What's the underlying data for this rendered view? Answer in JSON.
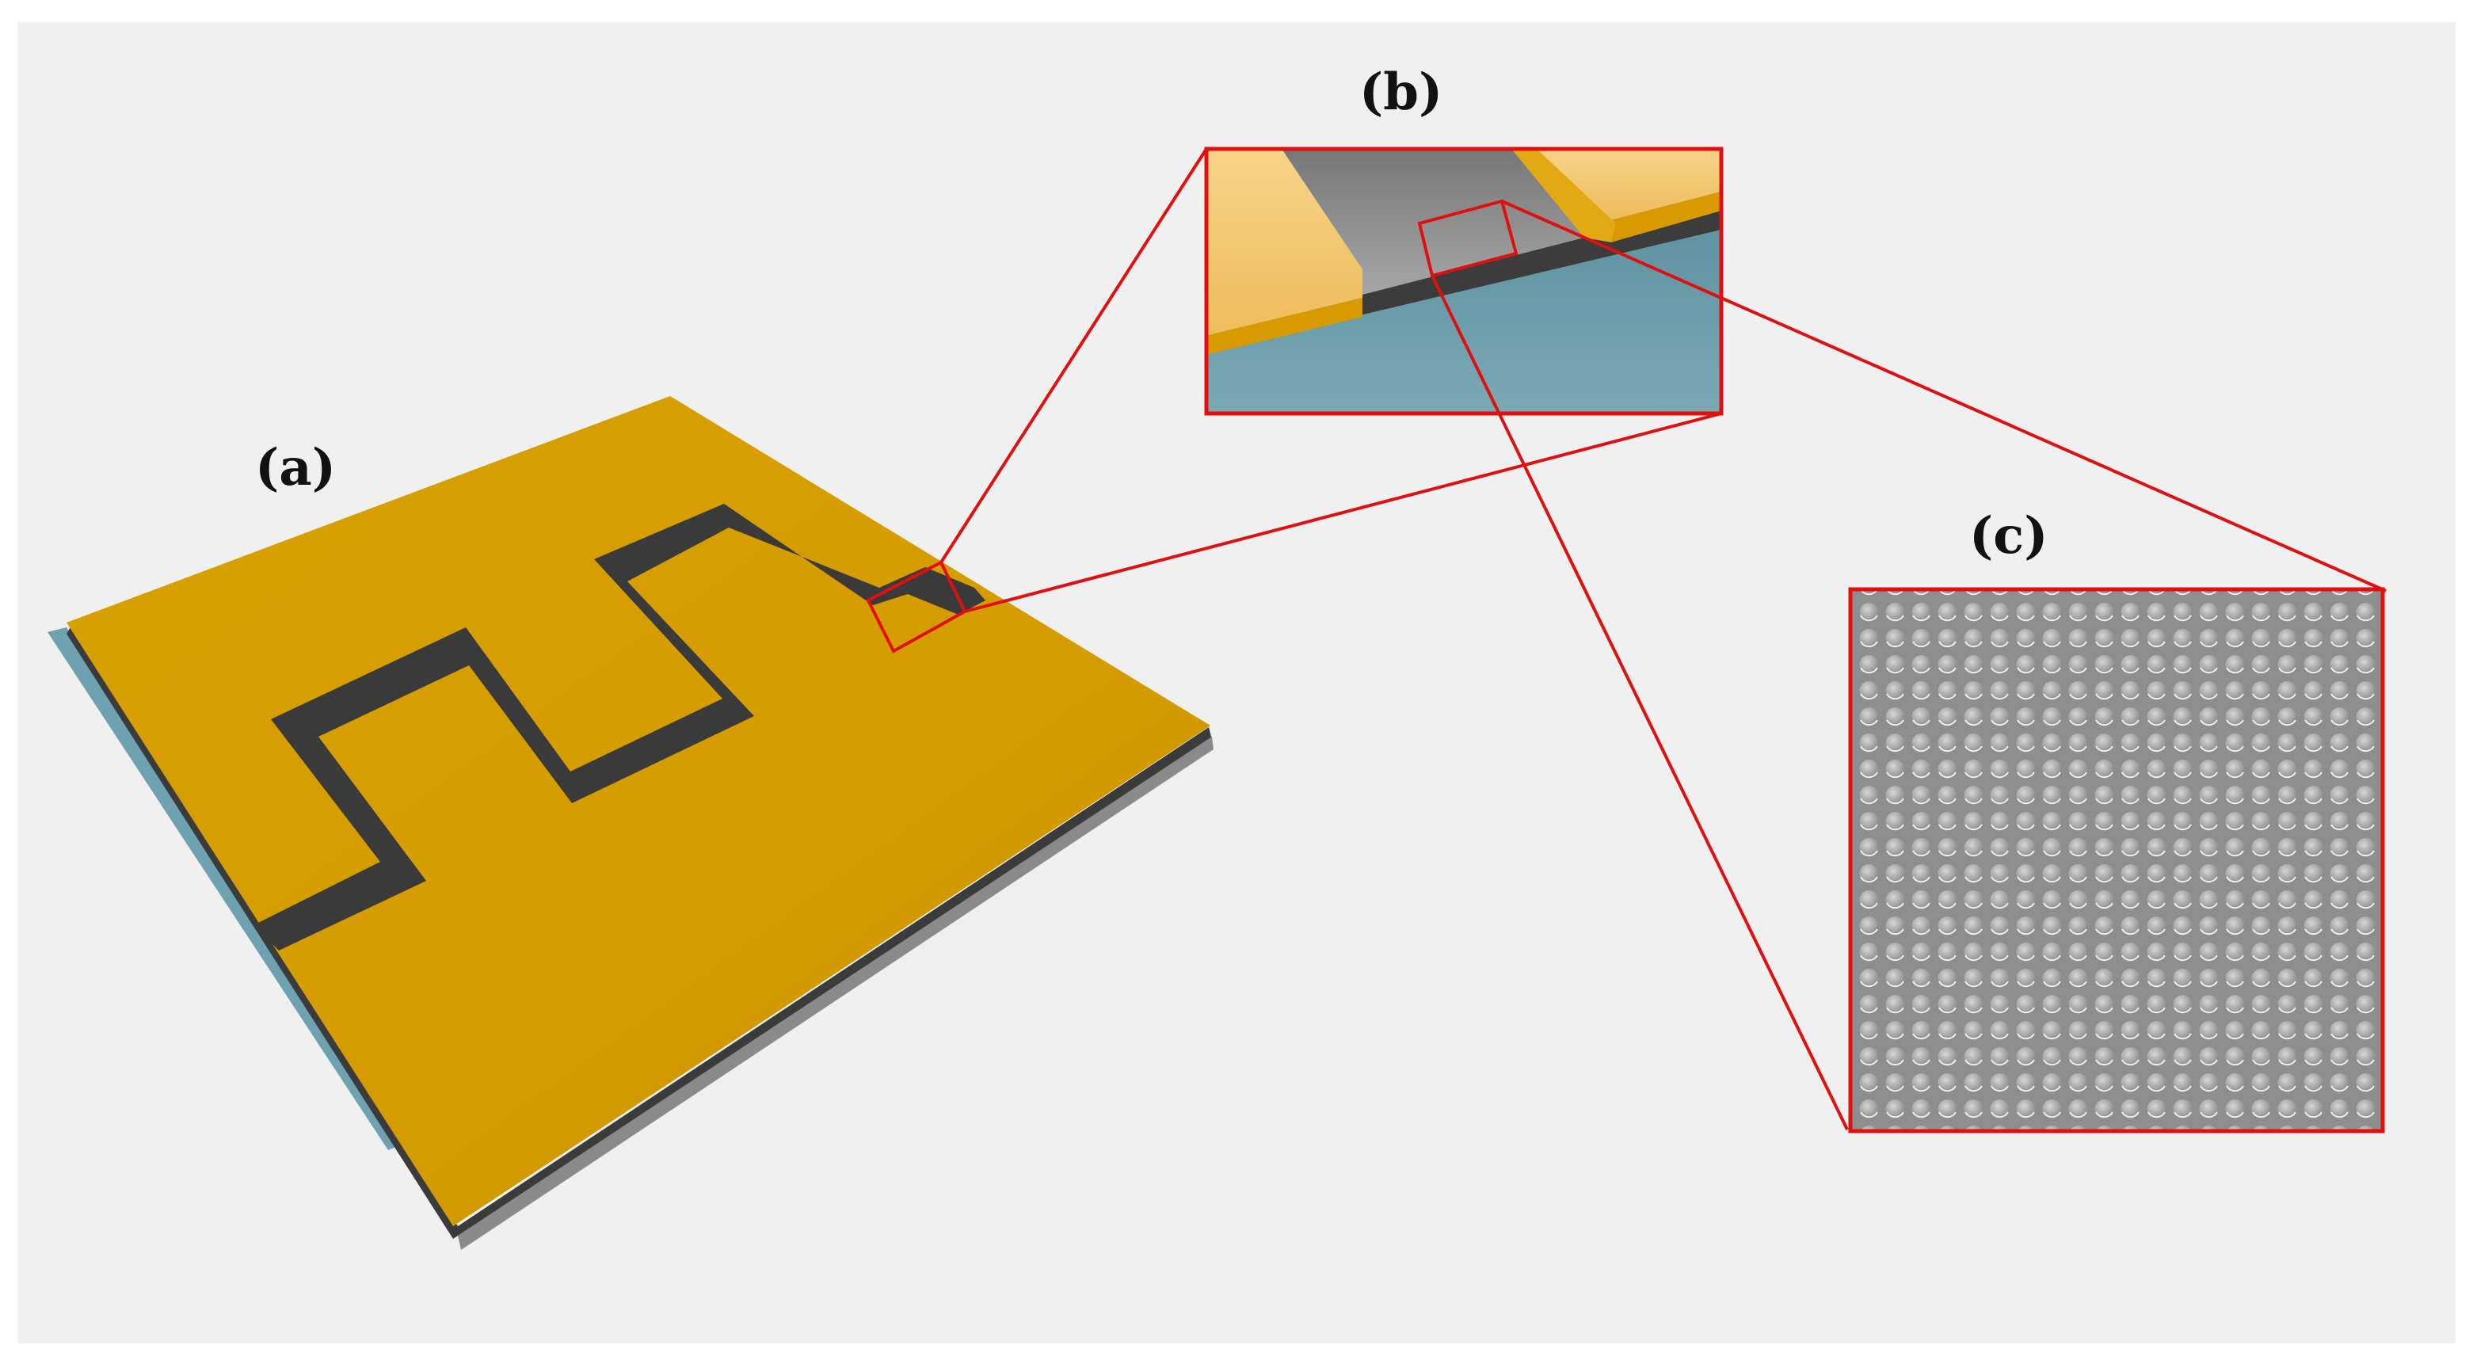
{
  "labels": {
    "a": "(a)",
    "b": "(b)",
    "c": "(c)"
  },
  "colors": {
    "background": "#f0f0f0",
    "gold_top": "#d39b00",
    "gold_light": "#f3c46a",
    "semiconductor": "#3a3a3a",
    "substrate": "#6f9fab",
    "zoom_box": "#e01010",
    "nano_surface": "#8c8c8c"
  }
}
